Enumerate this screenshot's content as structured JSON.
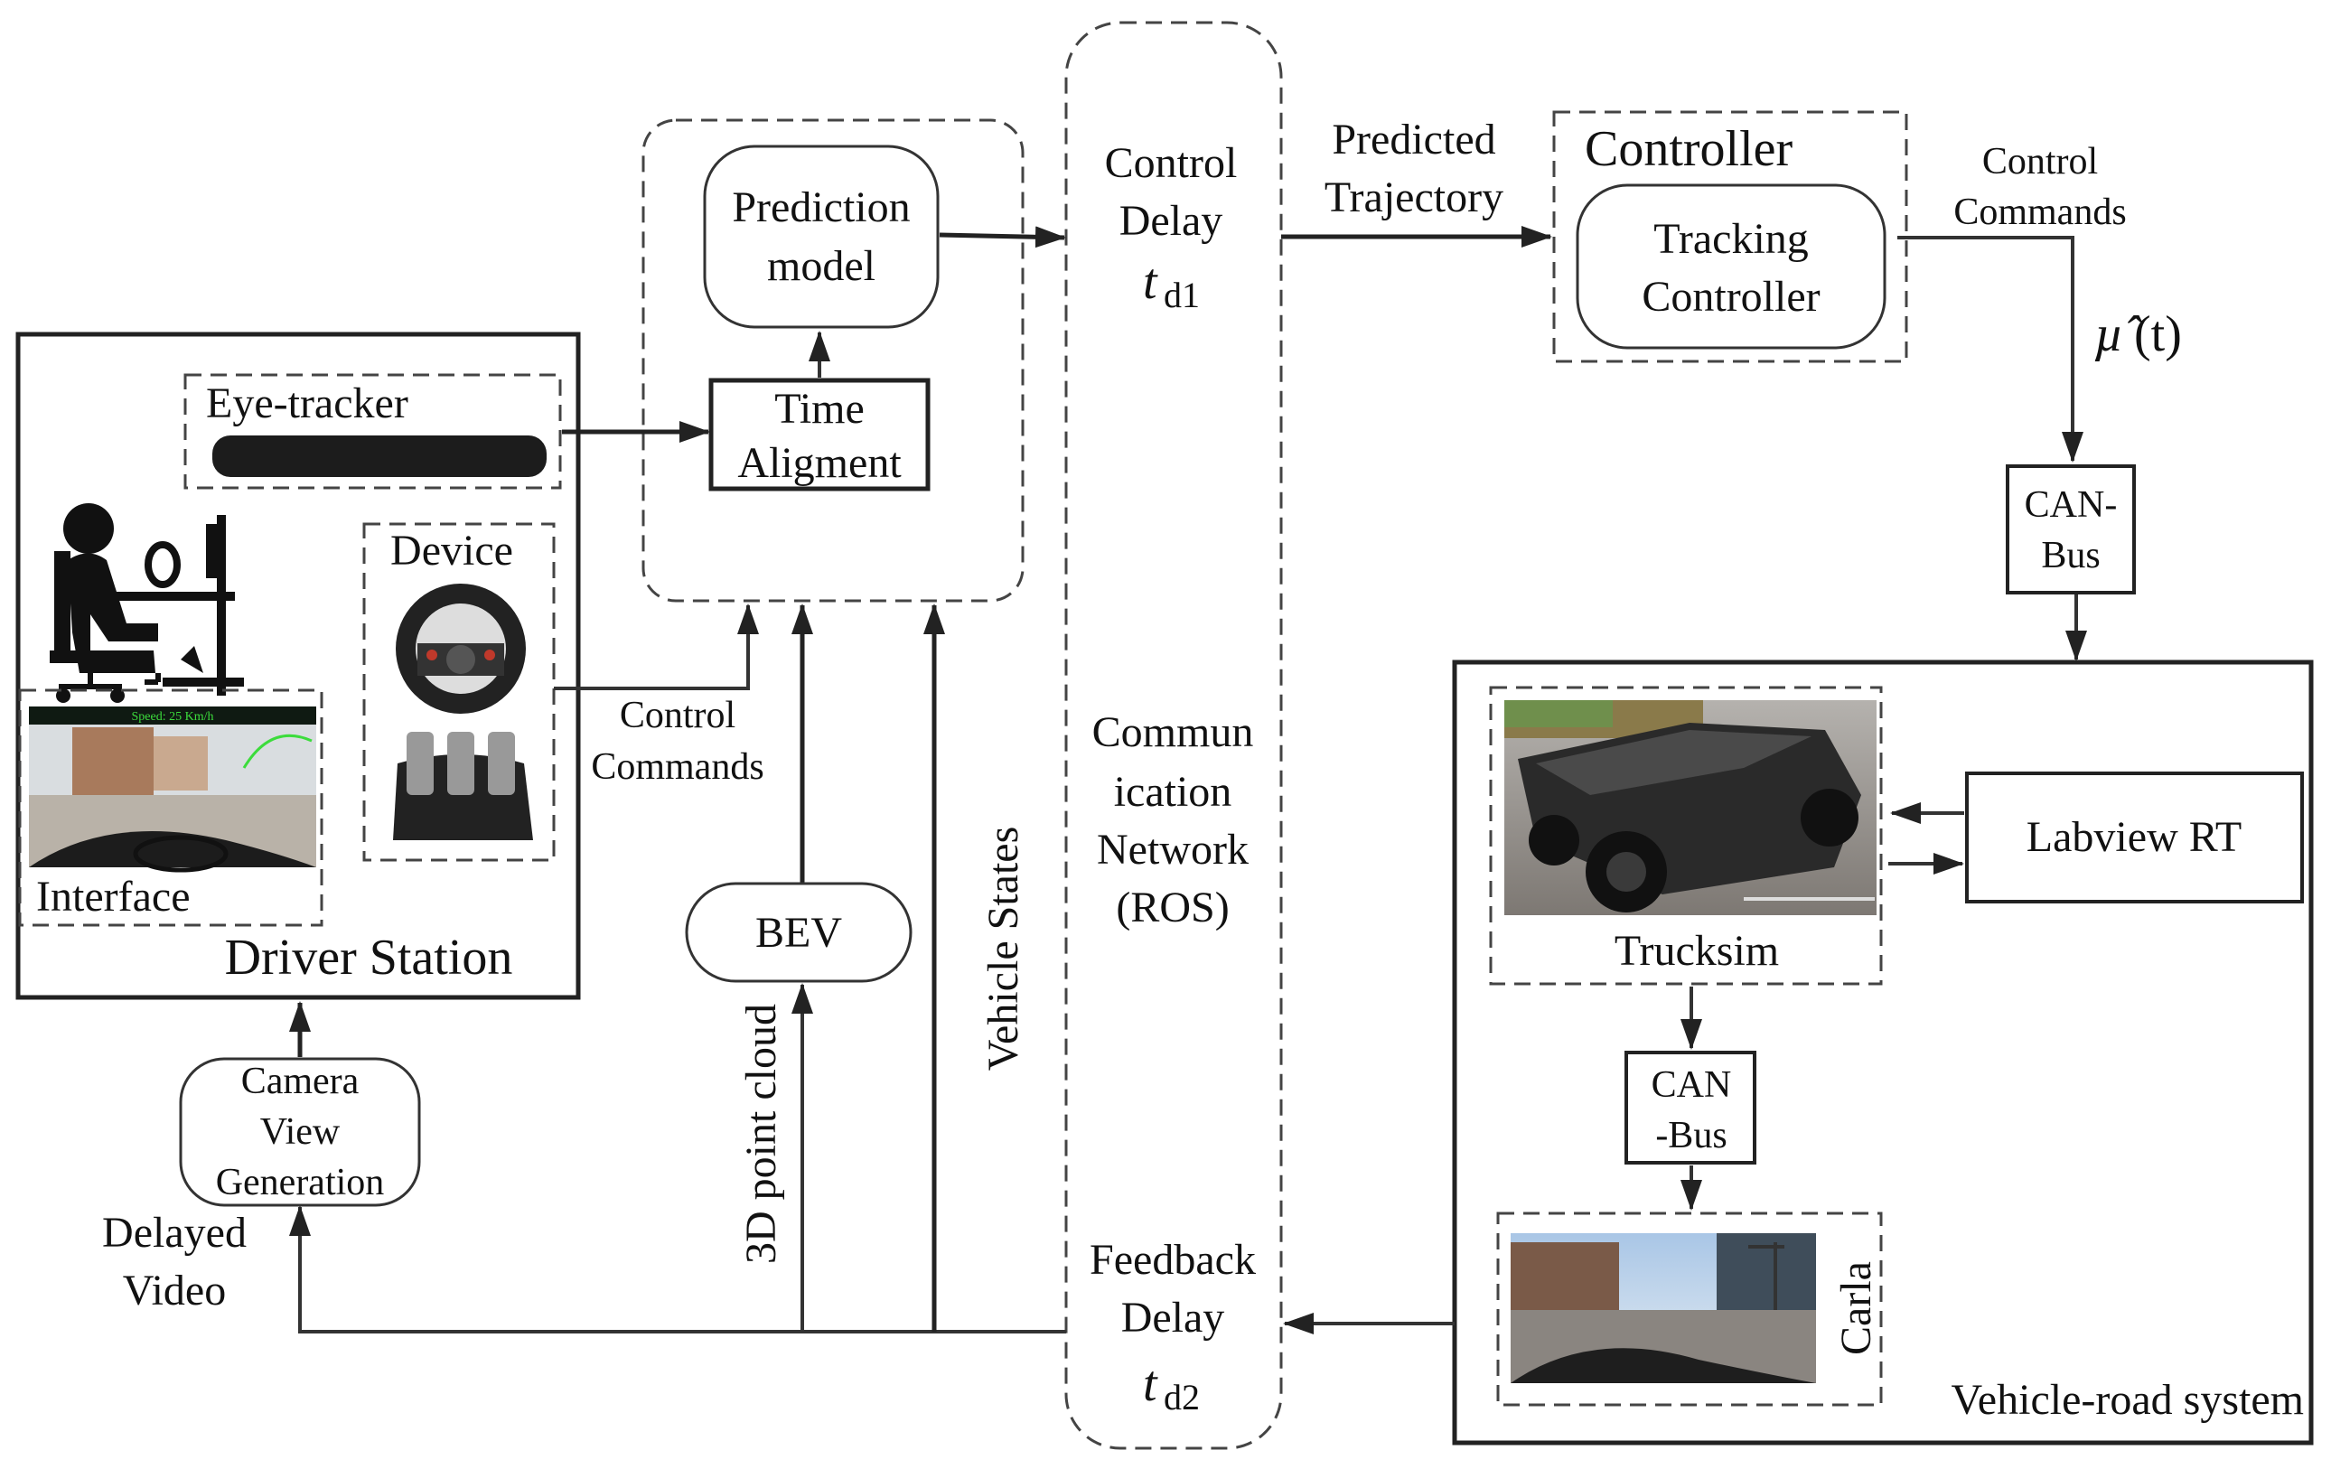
{
  "prediction": {
    "model_line1": "Prediction",
    "model_line2": "model",
    "time_line1": "Time",
    "time_line2": "Aligment"
  },
  "network": {
    "control_delay_line1": "Control",
    "control_delay_line2": "Delay",
    "control_delay_symbol": "t",
    "control_delay_sub": "d1",
    "comm_line1": "Commun",
    "comm_line2": "ication",
    "comm_line3": "Network",
    "comm_line4": "(ROS)",
    "feedback_delay_line1": "Feedback",
    "feedback_delay_line2": "Delay",
    "feedback_delay_symbol": "t",
    "feedback_delay_sub": "d2"
  },
  "trajectory": {
    "line1": "Predicted",
    "line2": "Trajectory"
  },
  "controller": {
    "title": "Controller",
    "inner_line1": "Tracking",
    "inner_line2": "Controller"
  },
  "control_commands_right": {
    "line1": "Control",
    "line2": "Commands",
    "mu_hat": "µ̂",
    "mu_rest": "(t)"
  },
  "canbus_top": {
    "line1": "CAN-",
    "line2": "Bus"
  },
  "canbus_mid": {
    "line1": "CAN",
    "line2": "-Bus"
  },
  "driver_station": {
    "title": "Driver Station",
    "eye_tracker": "Eye-tracker",
    "device": "Device",
    "interface": "Interface",
    "interface_hud": "Speed: 25 Km/h"
  },
  "control_commands_left": {
    "line1": "Control",
    "line2": "Commands"
  },
  "bev": "BEV",
  "vehicle_states": "Vehicle States",
  "point_cloud": "3D point cloud",
  "camera_view": {
    "line1": "Camera",
    "line2": "View",
    "line3": "Generation"
  },
  "delayed_video": {
    "line1": "Delayed",
    "line2": "Video"
  },
  "vehicle_road": {
    "title": "Vehicle-road system",
    "trucksim": "Trucksim",
    "labview": "Labview RT",
    "carla": "Carla"
  },
  "colors": {
    "line": "#333333",
    "dash": "#444444",
    "sky": "#7fa9d6",
    "road": "#8e8a86",
    "truck": "#2a2a2a"
  }
}
